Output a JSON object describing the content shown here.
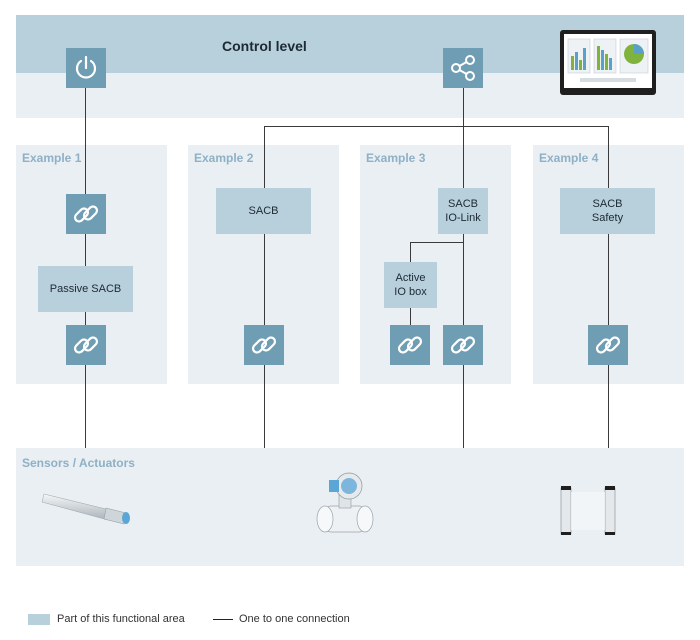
{
  "control": {
    "title": "Control level"
  },
  "examples": [
    {
      "title": "Example 1"
    },
    {
      "title": "Example  2"
    },
    {
      "title": "Example  3"
    },
    {
      "title": "Example  4"
    }
  ],
  "boxes": {
    "passive_sacb": "Passive SACB",
    "sacb": "SACB",
    "sacb_iolink": "SACB\nIO-Link",
    "active_iobox": "Active\nIO box",
    "sacb_safety": "SACB\nSafety"
  },
  "sensors": {
    "title": "Sensors / Actuators"
  },
  "legend": {
    "area_label": "Part of this functional area",
    "line_label": "One to one connection"
  },
  "icons": {
    "power": "power-icon",
    "network": "share-network-icon",
    "link": "link-icon",
    "monitor": "monitor-dashboard-icon",
    "sensor": "proximity-sensor-icon",
    "flowmeter": "flowmeter-icon",
    "light_curtain": "light-curtain-icon"
  },
  "colors": {
    "area": "#e9eff3",
    "box": "#b8cfdc",
    "icon_tile": "#6f9db4",
    "section_title": "#8fb0c6"
  }
}
